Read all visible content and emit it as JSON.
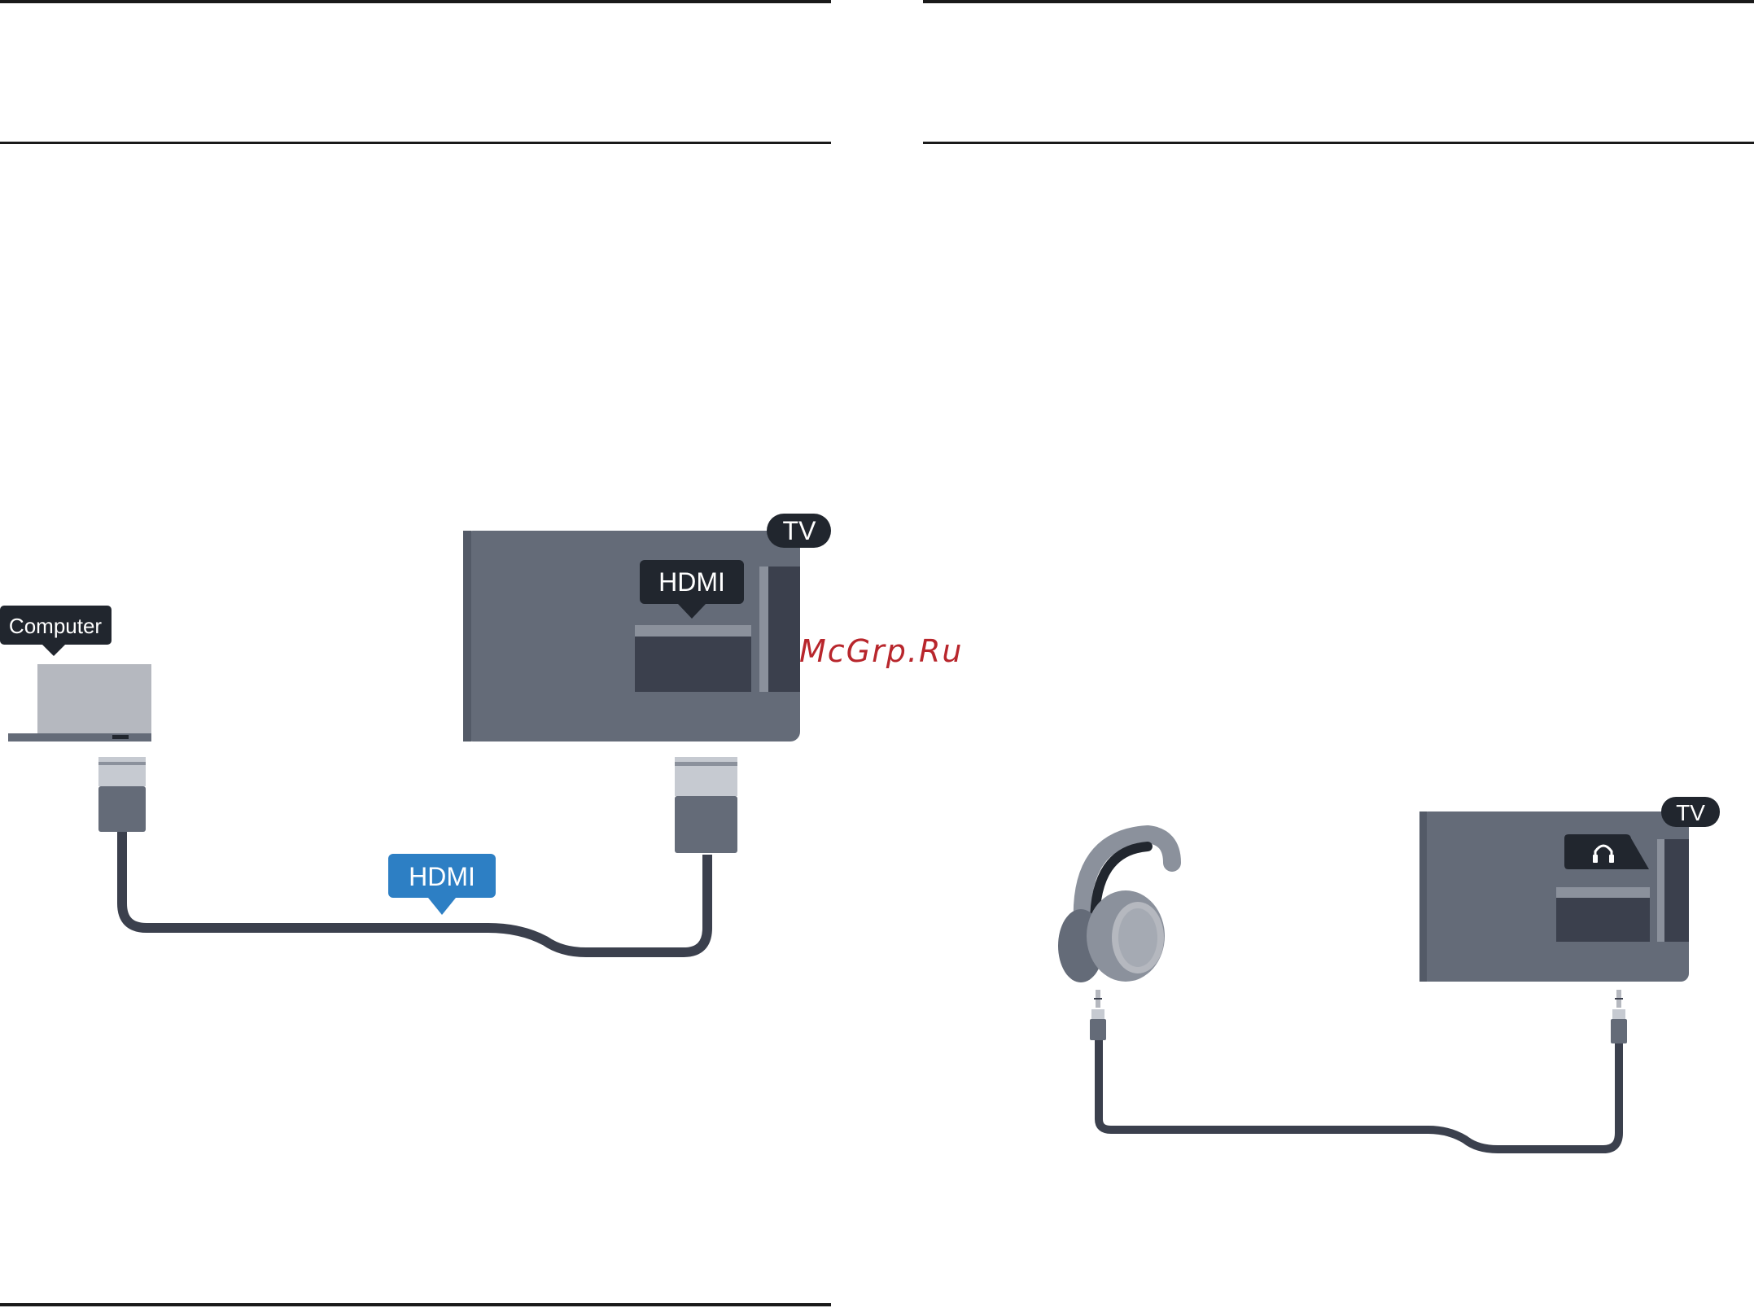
{
  "diagram_hdmi": {
    "computer_label": "Computer",
    "tv_badge": "TV",
    "tv_port_label": "HDMI",
    "cable_label": "HDMI"
  },
  "diagram_headphones": {
    "tv_badge": "TV",
    "port_icon": "headphones-icon"
  },
  "watermark": "McGrp.Ru",
  "colors": {
    "tv_body": "#646b78",
    "tv_dark": "#3b404d",
    "cable": "#3b404d",
    "label_dark": "#21262e",
    "label_blue": "#2d7fc4",
    "laptop": "#b5b8bf",
    "connector_metal": "#c6cad1",
    "rule": "#1a1a1a"
  }
}
